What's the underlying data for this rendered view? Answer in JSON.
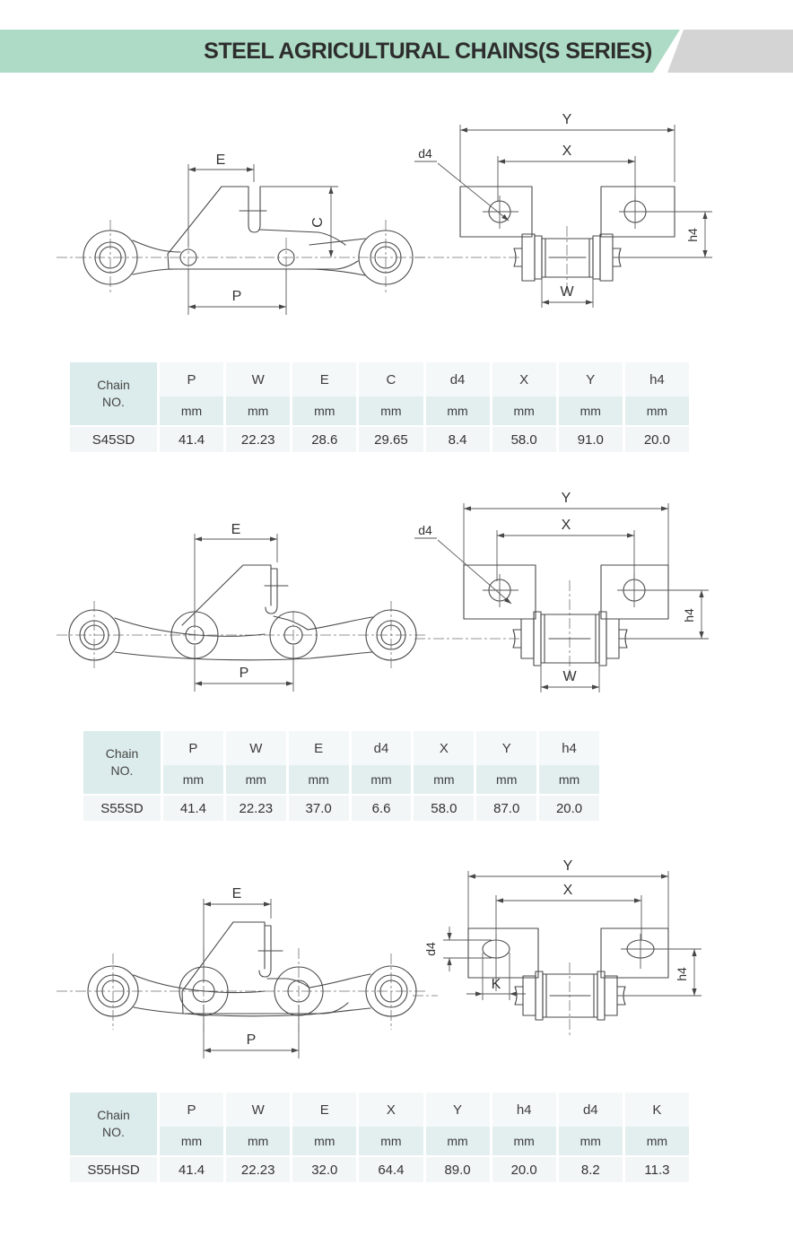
{
  "header": {
    "title": "STEEL AGRICULTURAL CHAINS(S SERIES)",
    "banner_color": "#aedbc5",
    "tab_color": "#d4d4d4"
  },
  "sections": [
    {
      "id": "S45SD",
      "side_labels": {
        "E": "E",
        "P": "P",
        "C": "C"
      },
      "front_labels": {
        "Y": "Y",
        "X": "X",
        "W": "W",
        "d4": "d4",
        "h4": "h4"
      },
      "table": {
        "row_header": "Chain NO.",
        "unit": "mm",
        "columns": [
          "P",
          "W",
          "E",
          "C",
          "d4",
          "X",
          "Y",
          "h4"
        ],
        "chain_no": "S45SD",
        "values": [
          "41.4",
          "22.23",
          "28.6",
          "29.65",
          "8.4",
          "58.0",
          "91.0",
          "20.0"
        ]
      }
    },
    {
      "id": "S55SD",
      "side_labels": {
        "E": "E",
        "P": "P"
      },
      "front_labels": {
        "Y": "Y",
        "X": "X",
        "W": "W",
        "d4": "d4",
        "h4": "h4"
      },
      "table": {
        "row_header": "Chain NO.",
        "unit": "mm",
        "columns": [
          "P",
          "W",
          "E",
          "d4",
          "X",
          "Y",
          "h4"
        ],
        "chain_no": "S55SD",
        "values": [
          "41.4",
          "22.23",
          "37.0",
          "6.6",
          "58.0",
          "87.0",
          "20.0"
        ]
      }
    },
    {
      "id": "S55HSD",
      "side_labels": {
        "E": "E",
        "P": "P"
      },
      "front_labels": {
        "Y": "Y",
        "X": "X",
        "K": "K",
        "d4": "d4",
        "h4": "h4"
      },
      "table": {
        "row_header": "Chain NO.",
        "unit": "mm",
        "columns": [
          "P",
          "W",
          "E",
          "X",
          "Y",
          "h4",
          "d4",
          "K"
        ],
        "chain_no": "S55HSD",
        "values": [
          "41.4",
          "22.23",
          "32.0",
          "64.4",
          "89.0",
          "20.0",
          "8.2",
          "11.3"
        ]
      }
    }
  ]
}
